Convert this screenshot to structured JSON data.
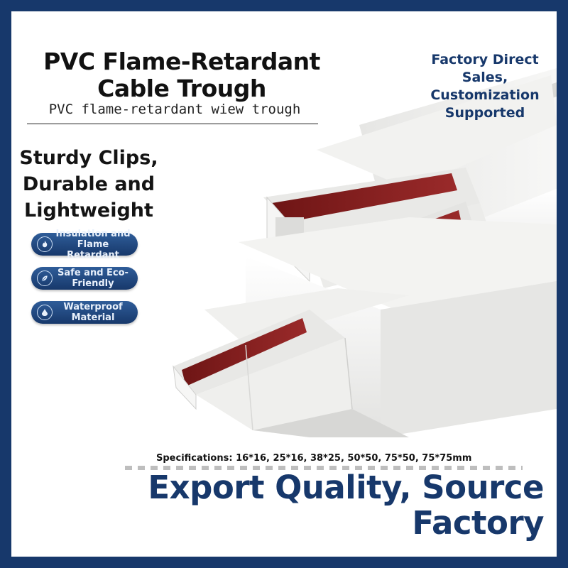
{
  "title": "PVC Flame-Retardant Cable Trough",
  "subtitle": "PVC flame-retardant wiew trough",
  "promo": "Factory Direct Sales, Customization Supported",
  "features_heading": "Sturdy Clips, Durable and Lightweight",
  "badges": [
    {
      "label": "Insulation and Flame Retardant",
      "icon": "flame-icon"
    },
    {
      "label": "Safe and Eco-Friendly",
      "icon": "leaf-icon"
    },
    {
      "label": "Waterproof Material",
      "icon": "water-drop-icon"
    }
  ],
  "specs": "Specifications: 16*16, 25*16, 38*25, 50*50, 75*50, 75*75mm",
  "slogan": "Export Quality, Source Factory",
  "colors": {
    "border": "#17386b",
    "accent": "#17386b",
    "trough": "#eeeeec",
    "tape": "#8e2222"
  }
}
